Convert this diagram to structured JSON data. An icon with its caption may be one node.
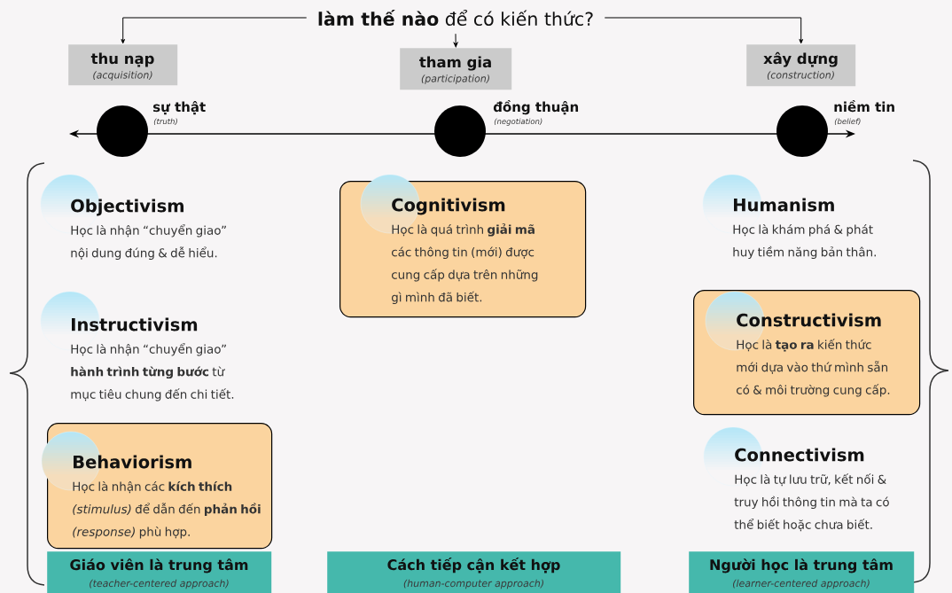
{
  "diagram": {
    "nodes": [
      {
        "text": [
          "**làm thế nào** để có kiến thức?"
        ]
      },
      {
        "text": [
          "thu nạp",
          "(acquisition)"
        ]
      },
      {
        "text": [
          "tham gia",
          "(participation)"
        ]
      },
      {
        "text": [
          "xây dựng",
          "(construction)"
        ]
      },
      {
        "text": [],
        "shape": "circle",
        "beside": [
          "sự thật",
          "(truth)"
        ]
      },
      {
        "text": [],
        "shape": "circle",
        "beside": [
          "đồng thuận",
          "(negotiation)"
        ]
      },
      {
        "text": [],
        "shape": "circle",
        "beside": [
          "niềm tin",
          "(belief)"
        ]
      },
      {
        "text": [
          "Objectivism",
          "Học là nhận “chuyển giao” nội dung đúng & dễ hiểu."
        ]
      },
      {
        "text": [
          "Instructivism",
          "Học là nhận “chuyển giao” **hành trình từng bước** từ mục tiêu chung đến chi tiết."
        ]
      },
      {
        "text": [
          "Behaviorism",
          "Học là nhận các **kích thích** *(stimulus)* để dẫn đến **phản hồi** *(response)* phù hợp."
        ]
      },
      {
        "text": [
          "Cognitivism",
          "Học là quá trình **giải mã** các thông tin (mới) được cung cấp dựa trên những gì mình đã biết."
        ]
      },
      {
        "text": [
          "Humanism",
          "Học là khám phá & phát huy tiềm năng bản thân."
        ]
      },
      {
        "text": [
          "Constructivism",
          "Học là **tạo ra** kiến thức mới dựa vào thứ mình sẵn có & môi trường cung cấp."
        ]
      },
      {
        "text": [
          "Connectivism",
          "Học là tự lưu trữ, kết nối & truy hồi thông tin mà ta có thể biết hoặc chưa biết."
        ]
      },
      {
        "text": [
          "Giáo viên là trung tâm",
          "(teacher-centered approach)"
        ]
      },
      {
        "text": [
          "Cách tiếp cận kết hợp",
          "(human-computer approach)"
        ]
      },
      {
        "text": [
          "Người học là trung tâm",
          "(learner-centered approach)"
        ]
      }
    ],
    "edges": [
      {
        "from": 0,
        "to": 1,
        "arrow": "to"
      },
      {
        "from": 0,
        "to": 2,
        "arrow": "to"
      },
      {
        "from": 0,
        "to": 3,
        "arrow": "to"
      }
    ]
  }
}
